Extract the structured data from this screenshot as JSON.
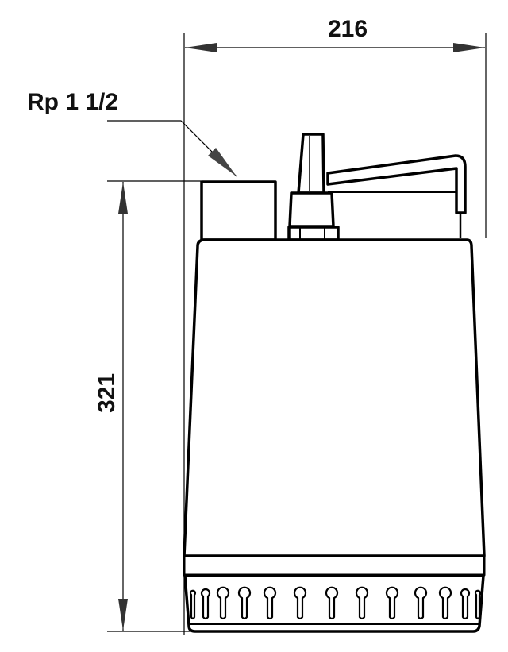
{
  "dimensions": {
    "width_label": "216",
    "height_label": "321",
    "outlet_label": "Rp 1 1/2"
  },
  "colors": {
    "line": "#000000",
    "background": "#ffffff"
  }
}
